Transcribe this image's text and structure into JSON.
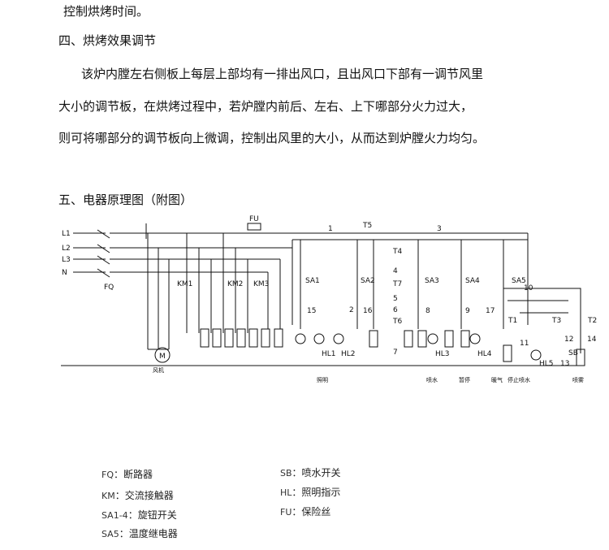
{
  "text": {
    "line1": "控制烘烤时间。",
    "section4_title": "四、烘烤效果调节",
    "para1": "该炉内膛左右侧板上每层上部均有一排出风口，且出风口下部有一调节风里",
    "para2": "大小的调节板，在烘烤过程中，若炉膛内前后、左右、上下哪部分火力过大，",
    "para3": "则可将哪部分的调节板向上微调，控制出风里的大小，从而达到炉膛火力均匀。",
    "section5_title": "五、电器原理图（附图）"
  },
  "diagram": {
    "lines": [
      "L1",
      "L2",
      "L3",
      "N"
    ],
    "fq": "FQ",
    "fu": "FU",
    "km": [
      "KM1",
      "KM2",
      "KM3"
    ],
    "sa": [
      "SA1",
      "SA2",
      "SA3",
      "SA4",
      "SA5"
    ],
    "nodes": [
      "1",
      "3",
      "15",
      "16",
      "8",
      "9",
      "17",
      "10",
      "11",
      "12",
      "13",
      "14",
      "2",
      "4",
      "5",
      "6",
      "7"
    ],
    "t_labels": [
      "T5",
      "T4",
      "T7",
      "T6",
      "T1",
      "T2",
      "T3"
    ],
    "hl": [
      "HL1",
      "HL2",
      "HL3",
      "HL4",
      "HL5"
    ],
    "sb": "SB",
    "m": "M",
    "bottom_labels": [
      "风机",
      "照明",
      "喷水",
      "暂停",
      "暖气",
      "停止喷水",
      "喷雾"
    ]
  },
  "legend": [
    {
      "key": "FQ",
      "text": "：断路器"
    },
    {
      "key": "KM",
      "text": "：交流接触器"
    },
    {
      "key": "SA1-4",
      "text": "：旋钮开关"
    },
    {
      "key": "SA5",
      "text": "：温度继电器"
    },
    {
      "key": "SB",
      "text": "：喷水开关"
    },
    {
      "key": "HL",
      "text": "：照明指示"
    },
    {
      "key": "FU",
      "text": "：保险丝"
    }
  ]
}
